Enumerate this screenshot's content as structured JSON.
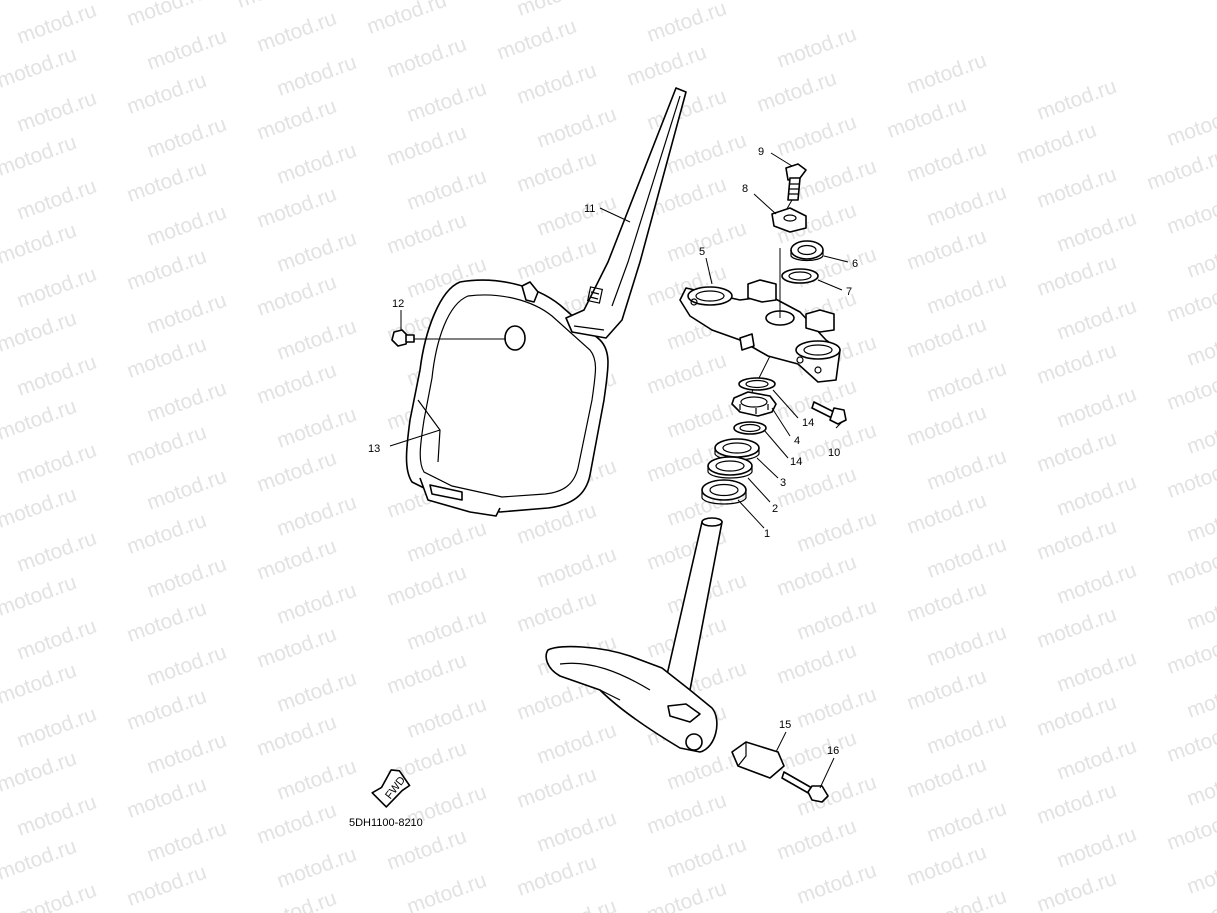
{
  "watermark": "motod.ru",
  "diagram_code": "5DH1100-8210",
  "fwd_label": "FWD",
  "callouts": [
    "1",
    "2",
    "3",
    "4",
    "5",
    "6",
    "7",
    "8",
    "9",
    "10",
    "11",
    "12",
    "13",
    "14",
    "14",
    "15",
    "16"
  ]
}
